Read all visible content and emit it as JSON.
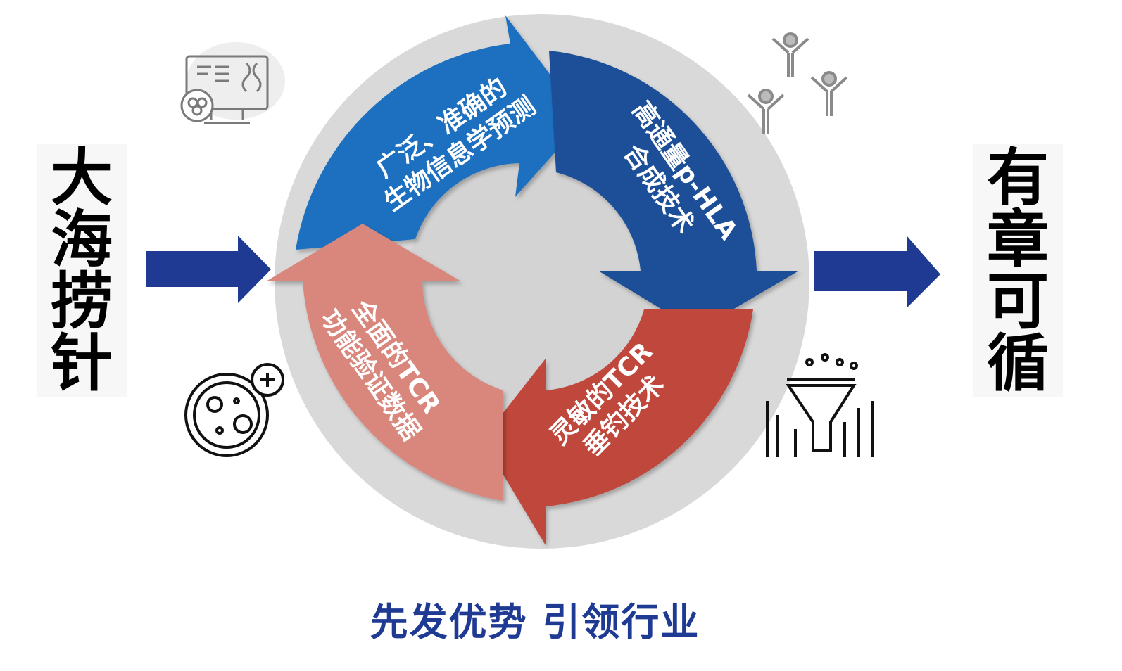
{
  "left_text": "大海捞针",
  "left_chars": [
    "大",
    "海",
    "捞",
    "针"
  ],
  "right_text": "有章可循",
  "right_chars": [
    "有",
    "章",
    "可",
    "循"
  ],
  "tagline": "先发优势 引领行业",
  "cycle": {
    "top_left": {
      "line1": "广泛、准确的",
      "line2": "生物信息学预测",
      "color": "#1a6fbf"
    },
    "top_right": {
      "line1": "高通量p-HLA",
      "line2": "合成技术",
      "color": "#1d4f97"
    },
    "bottom_right": {
      "line1": "灵敏的TCR",
      "line2": "垂钓技术",
      "color": "#c0463a"
    },
    "bottom_left": {
      "line1": "全面的TCR",
      "line2": "功能验证数据",
      "color": "#d9877b"
    }
  },
  "colors": {
    "arrow": "#1f3a93",
    "ring": "#d9d9d9",
    "icon": "#7a7a7a"
  },
  "icons": [
    "computer-dna-icon",
    "antibody-virus-icon",
    "petri-dish-icon",
    "funnel-filter-icon"
  ]
}
